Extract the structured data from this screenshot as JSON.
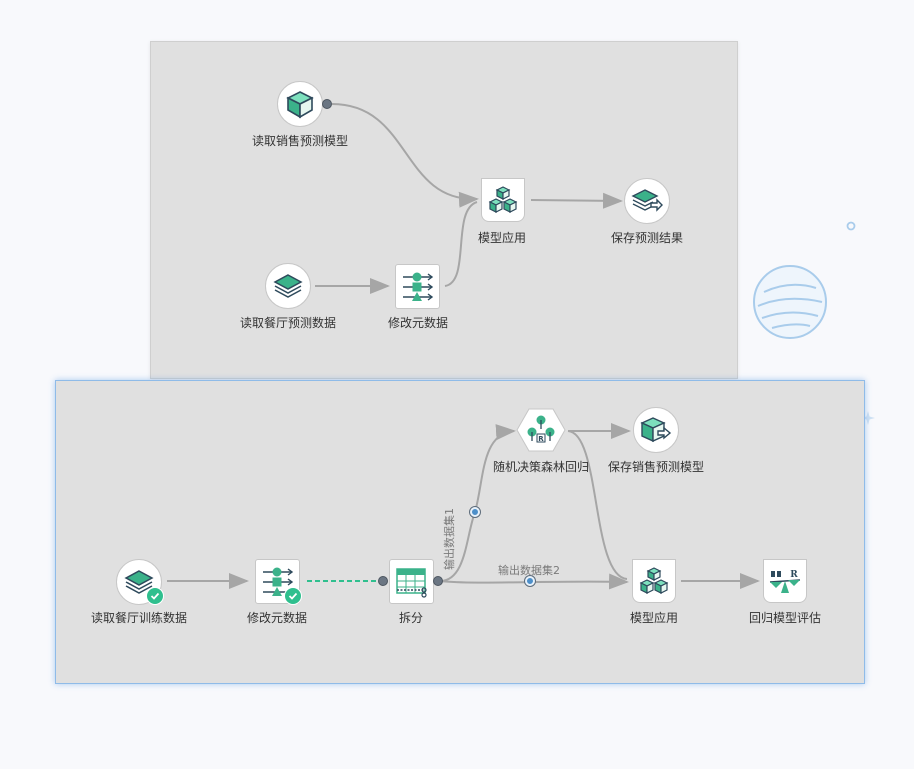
{
  "top_workflow": {
    "nodes": {
      "read_model": "读取销售预测模型",
      "model_apply": "模型应用",
      "save_result": "保存预测结果",
      "read_data": "读取餐厅预测数据",
      "edit_meta": "修改元数据"
    }
  },
  "bottom_workflow": {
    "nodes": {
      "read_train": "读取餐厅训练数据",
      "edit_meta": "修改元数据",
      "split": "拆分",
      "random_forest": "随机决策森林回归",
      "save_model": "保存销售预测模型",
      "model_apply": "模型应用",
      "eval": "回归模型评估"
    },
    "edge_labels": {
      "output1": "输出数据集1",
      "output2": "输出数据集2"
    }
  },
  "colors": {
    "accent": "#2fbf8e",
    "teal": "#3bb28a",
    "edge": "#a6a6a6",
    "selected_border": "#8fbbe8"
  }
}
